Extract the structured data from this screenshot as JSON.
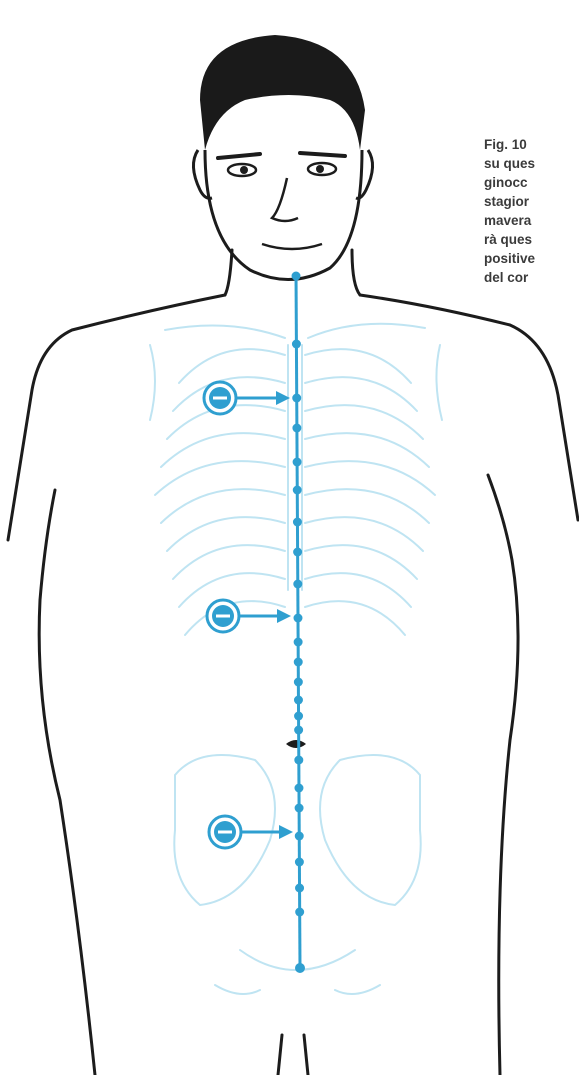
{
  "figure": {
    "caption_lines": [
      "Fig. 10",
      "su ques",
      "ginocc",
      "stagior",
      "mavera",
      "rà ques",
      "positive",
      "del cor"
    ],
    "electrode_icon": "minus-electrode-icon",
    "arrow_icon": "arrow-right-icon",
    "colors": {
      "outline": "#1c1c1c",
      "hair": "#1a1a1a",
      "accent": "#2f9fd0",
      "skeleton": "#bfe4f2",
      "text": "#3b3b3b"
    }
  }
}
